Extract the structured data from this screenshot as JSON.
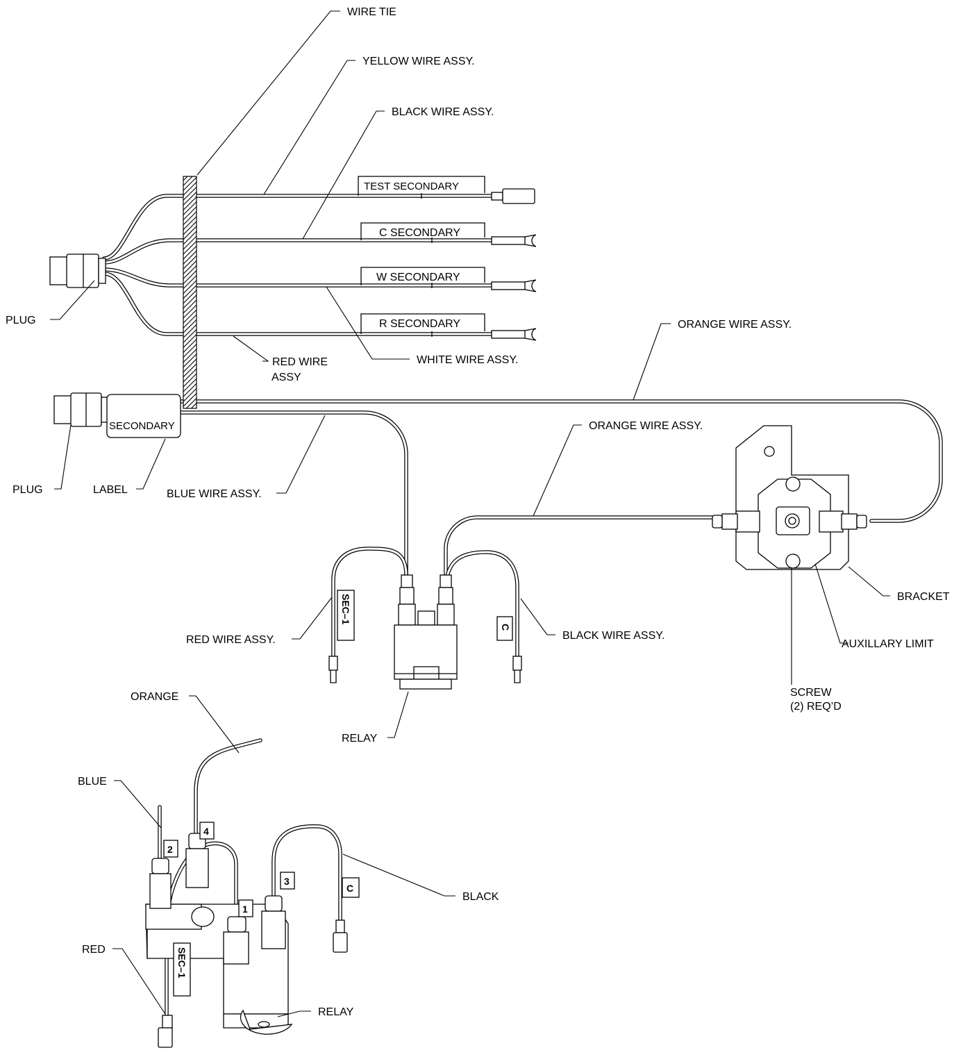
{
  "callouts": {
    "wire_tie": "WIRE TIE",
    "yellow_wire": "YELLOW WIRE ASSY.",
    "black_wire": "BLACK WIRE ASSY.",
    "plug_top": "PLUG",
    "red_wire_1": "RED WIRE",
    "red_wire_2": "ASSY",
    "white_wire": "WHITE WIRE ASSY.",
    "orange_wire_top": "ORANGE WIRE ASSY.",
    "orange_wire_mid": "ORANGE WIRE ASSY.",
    "plug_bottom": "PLUG",
    "label": "LABEL",
    "blue_wire": "BLUE WIRE ASSY.",
    "red_wire_assy": "RED WIRE ASSY.",
    "black_wire_assy": "BLACK WIRE ASSY.",
    "relay_top": "RELAY",
    "bracket": "BRACKET",
    "aux_limit": "AUXILLARY LIMIT",
    "screw_1": "SCREW",
    "screw_2": "(2) REQ’D",
    "orange": "ORANGE",
    "blue": "BLUE",
    "black": "BLACK",
    "red": "RED",
    "relay_bottom": "RELAY"
  },
  "wire_tags": {
    "test_secondary": "TEST SECONDARY",
    "c_secondary": "C  SECONDARY",
    "w_secondary": "W  SECONDARY",
    "r_secondary": "R  SECONDARY",
    "secondary_label": "SECONDARY",
    "sec1": "SEC–1",
    "c": "C"
  },
  "terminal_numbers": {
    "t1": "1",
    "t2": "2",
    "t3": "3",
    "t4": "4"
  }
}
